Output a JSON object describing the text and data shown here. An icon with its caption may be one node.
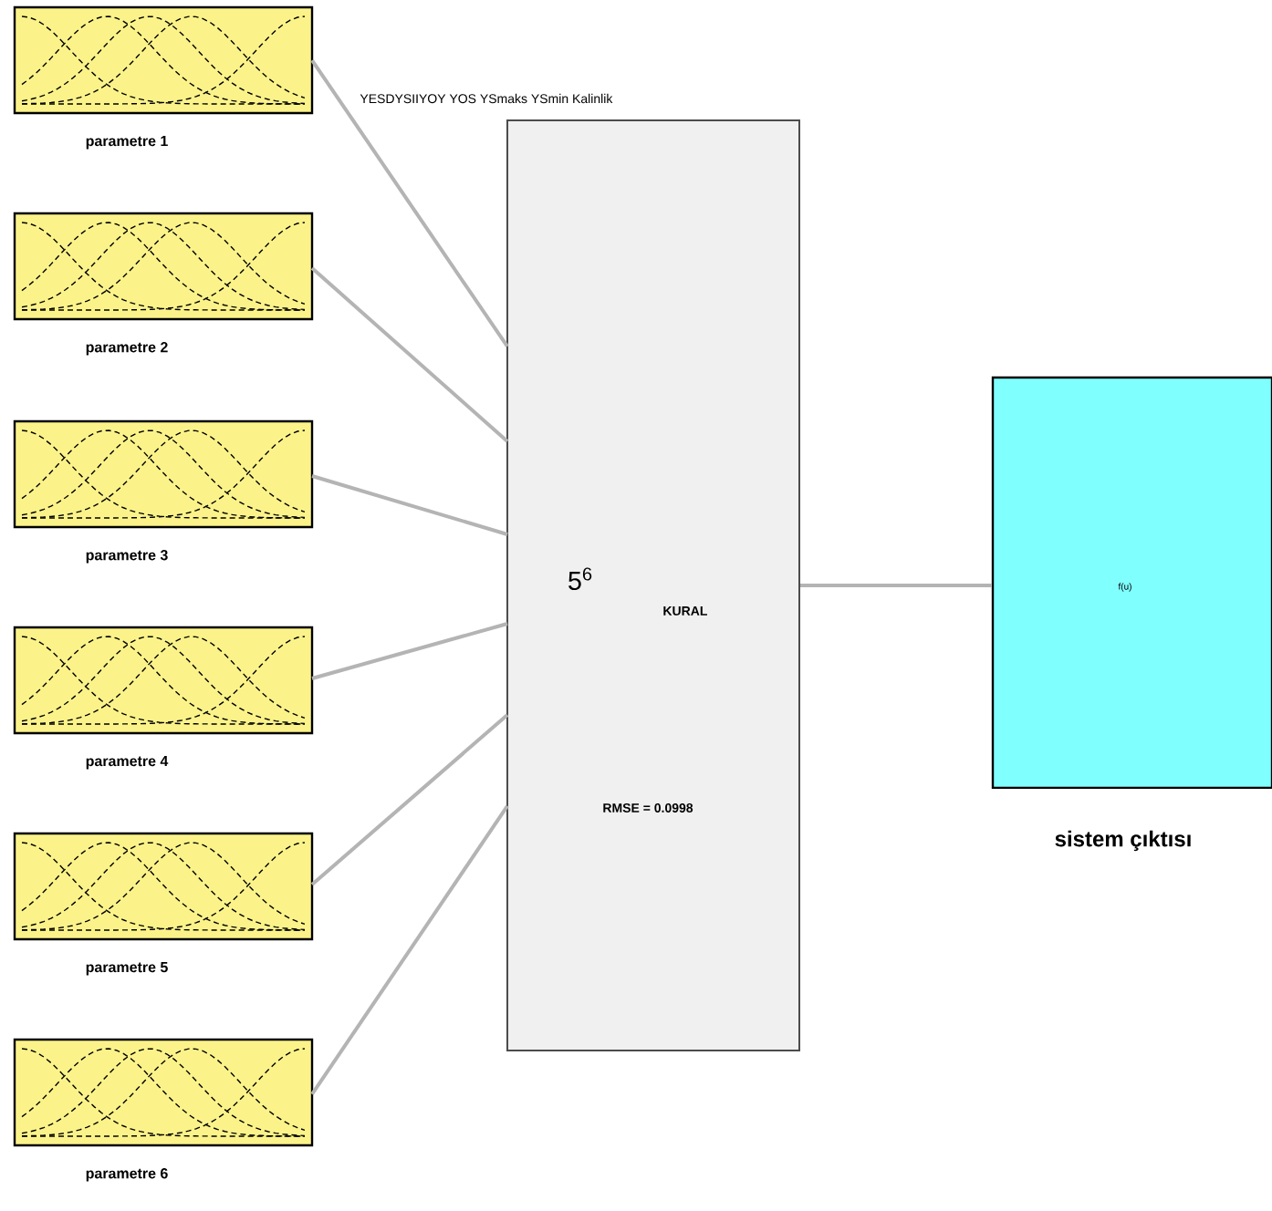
{
  "diagram": {
    "nodes": [
      {
        "text": [
          "parametre 1"
        ]
      },
      {
        "text": [
          "parametre 2"
        ]
      },
      {
        "text": [
          "parametre 3"
        ]
      },
      {
        "text": [
          "parametre 4"
        ]
      },
      {
        "text": [
          "parametre 5"
        ]
      },
      {
        "text": [
          "parametre 6"
        ]
      },
      {
        "text": [
          "5$^{6}$",
          "KURAL",
          "RMSE = 0.0998"
        ]
      },
      {
        "text": [
          "f(u)"
        ],
        "beside": [
          "sistem çıktısı"
        ]
      }
    ],
    "edges": [
      {
        "from": 0,
        "to": 6,
        "arrow": "none"
      },
      {
        "from": 1,
        "to": 6,
        "arrow": "none"
      },
      {
        "from": 2,
        "to": 6,
        "arrow": "none"
      },
      {
        "from": 3,
        "to": 6,
        "arrow": "none"
      },
      {
        "from": 4,
        "to": 6,
        "arrow": "none"
      },
      {
        "from": 5,
        "to": 6,
        "arrow": "none"
      },
      {
        "from": 6,
        "to": 7,
        "arrow": "none"
      }
    ],
    "labels": [
      "YESDYSIIYOY YOS YSmaks YSmin Kalinlik"
    ]
  }
}
